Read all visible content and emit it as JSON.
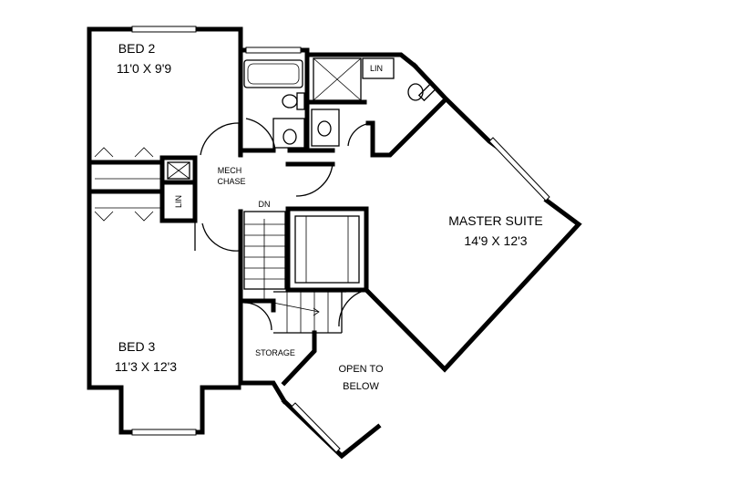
{
  "rooms": {
    "bed2": {
      "name": "BED 2",
      "size": "11'0 X 9'9"
    },
    "bed3": {
      "name": "BED 3",
      "size": "11'3 X 12'3"
    },
    "master": {
      "name": "MASTER SUITE",
      "size": "14'9 X 12'3"
    },
    "open_below": {
      "line1": "OPEN TO",
      "line2": "BELOW"
    },
    "storage": "STORAGE",
    "mech_chase": {
      "line1": "MECH",
      "line2": "CHASE"
    },
    "stair_dn": "DN",
    "linen_top": "LIN",
    "linen_hall": "LIN"
  }
}
